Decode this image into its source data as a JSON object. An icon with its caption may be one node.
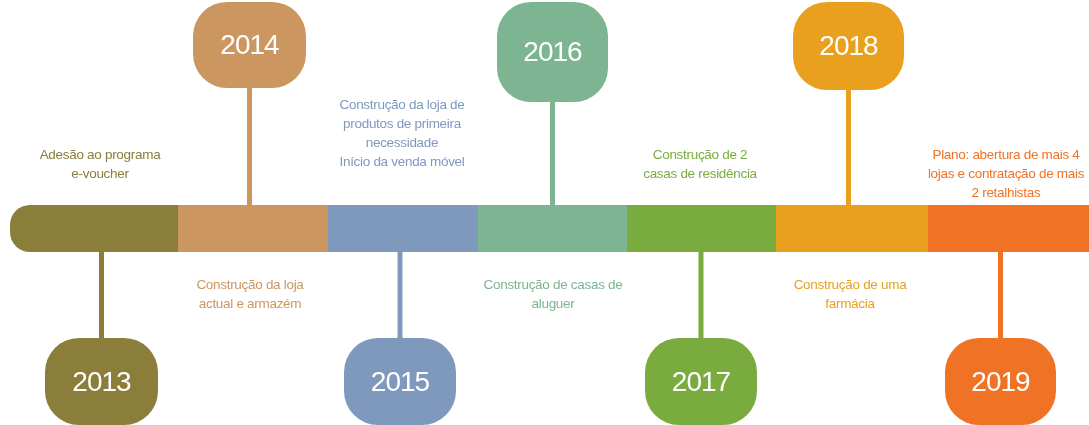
{
  "diagram": {
    "nodes": [
      {
        "text": [
          "2013"
        ]
      },
      {
        "text": [
          "2014"
        ]
      },
      {
        "text": [
          "2015"
        ]
      },
      {
        "text": [
          "2016"
        ]
      },
      {
        "text": [
          "2017"
        ]
      },
      {
        "text": [
          "2018"
        ]
      },
      {
        "text": [
          "2019"
        ]
      },
      {
        "text": [],
        "shape": "bar"
      },
      {
        "text": [],
        "shape": "bar"
      },
      {
        "text": [],
        "shape": "bar"
      },
      {
        "text": [],
        "shape": "bar"
      },
      {
        "text": [],
        "shape": "bar"
      },
      {
        "text": [],
        "shape": "bar"
      },
      {
        "text": [],
        "shape": "bar"
      }
    ],
    "edges": [
      {
        "from": 0,
        "to": 7,
        "arrow": "none",
        "color": "#8b7d3a"
      },
      {
        "from": 1,
        "to": 8,
        "arrow": "none",
        "color": "#cc9660"
      },
      {
        "from": 2,
        "to": 9,
        "arrow": "none",
        "color": "#7f99bd"
      },
      {
        "from": 3,
        "to": 10,
        "arrow": "none",
        "color": "#7db592"
      },
      {
        "from": 4,
        "to": 11,
        "arrow": "none",
        "color": "#7aab3f"
      },
      {
        "from": 5,
        "to": 12,
        "arrow": "none",
        "color": "#e9a01e"
      },
      {
        "from": 6,
        "to": 13,
        "arrow": "none",
        "color": "#f07224"
      }
    ],
    "labels": [
      "Adesão ao programa e-voucher",
      "Construção da loja actual e armazém",
      "Construção da loja de produtos de primeira necessidade",
      "Início da venda móvel",
      "Construção de casas de aluguer",
      "Construção de 2 casas de residência",
      "Construção de uma farmácia",
      "Plano: abertura de mais 4 lojas e contratação de mais 2 retalhistas"
    ]
  }
}
